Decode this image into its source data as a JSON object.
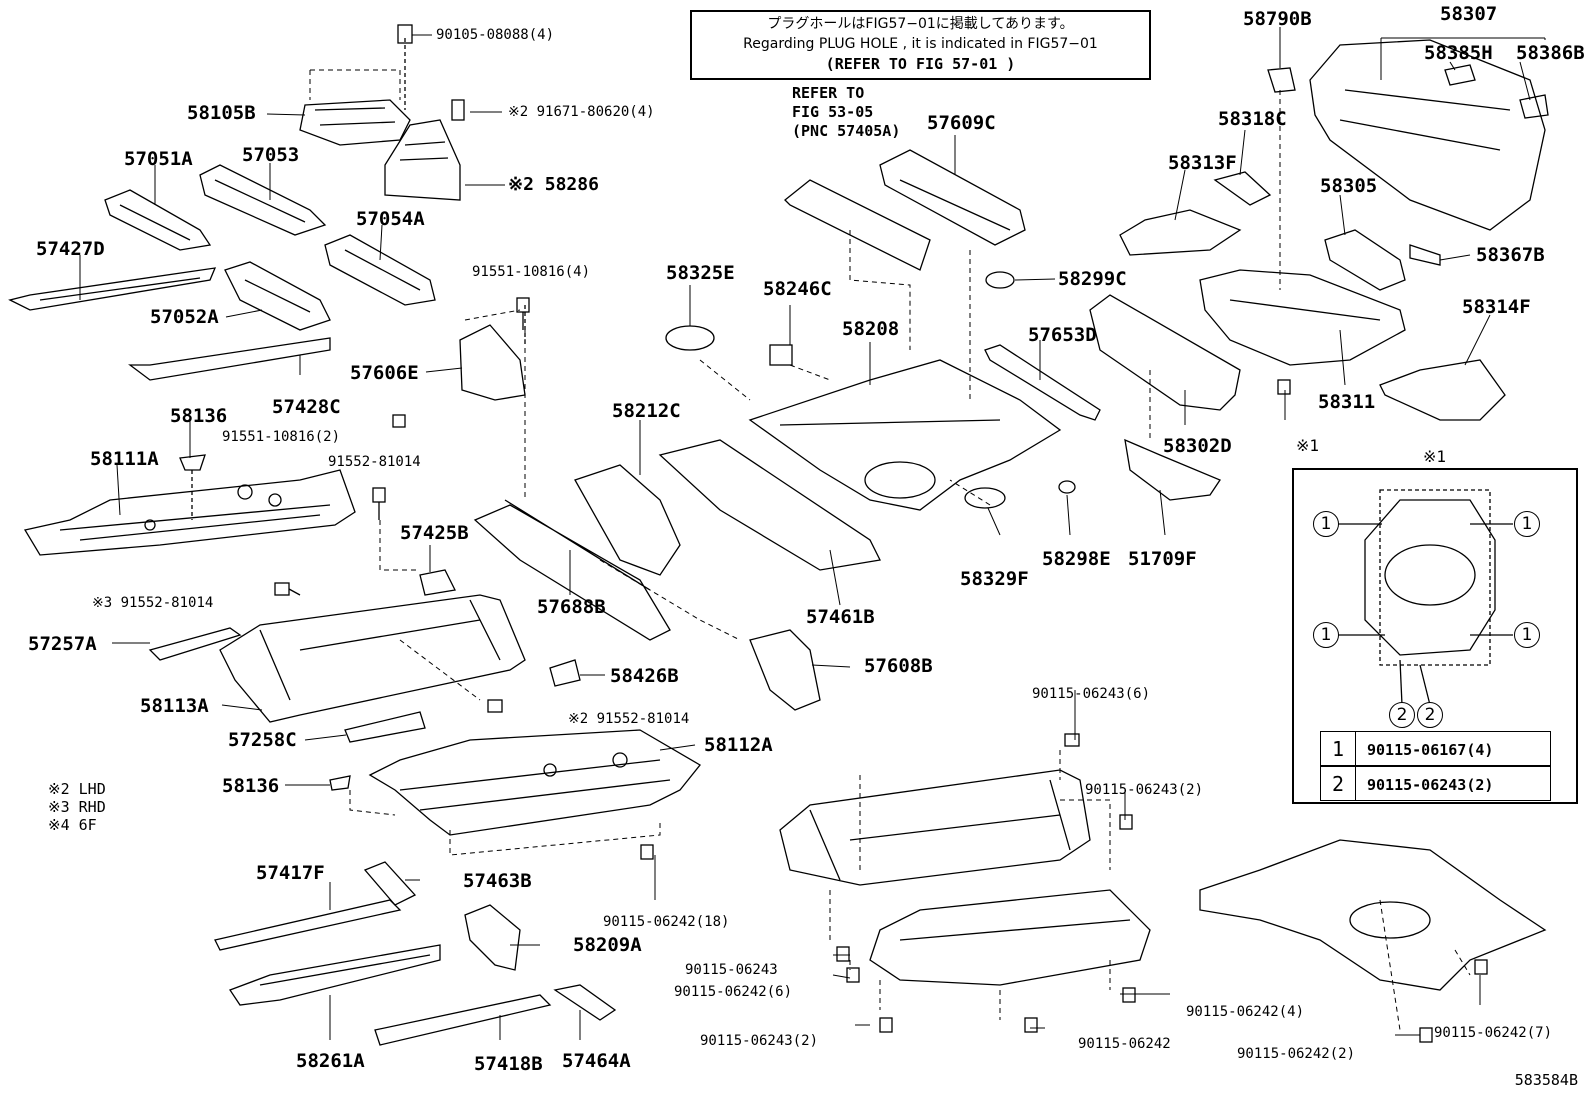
{
  "reference_note": {
    "line1": "プラグホールはFIG57−01に掲載してあります。",
    "line2": "Regarding PLUG HOLE , it is indicated in FIG57−01",
    "line3": "(REFER TO FIG 57-01 )"
  },
  "refer_to_note": [
    "REFER TO",
    "FIG 53-05",
    "(PNC 57405A)"
  ],
  "footnotes": [
    "※2 LHD",
    "※3 RHD",
    "※4 6F"
  ],
  "figure_code": "583584B",
  "legend": {
    "marker": "※1",
    "rows": [
      {
        "num": "1",
        "part": "90115-06167(4)"
      },
      {
        "num": "2",
        "part": "90115-06243(2)"
      }
    ]
  },
  "part_labels": [
    "58105B",
    "57051A",
    "57053",
    "57427D",
    "57054A",
    "57052A",
    "57428C",
    "57606E",
    "58136",
    "58111A",
    "57425B",
    "57257A",
    "58113A",
    "57258C",
    "58136",
    "57417F",
    "57463B",
    "58209A",
    "58261A",
    "57418B",
    "57464A",
    "58212C",
    "57688B",
    "57461B",
    "57608B",
    "58426B",
    "58112A",
    "58325E",
    "58246C",
    "58208",
    "57609C",
    "58299C",
    "57653D",
    "58329F",
    "58298E",
    "51709F",
    "58302D",
    "58313F",
    "58318C",
    "58790B",
    "58307",
    "58385H",
    "58386B",
    "58305",
    "58367B",
    "58314F",
    "58311"
  ],
  "bolt_labels": [
    "90105-08088(4)",
    "※2 91671-80620(4)",
    "※2 58286",
    "91551-10816(4)",
    "91551-10816(2)",
    "91552-81014",
    "※3 91552-81014",
    "※2 91552-81014",
    "90115-06243(6)",
    "90115-06243(2)",
    "90115-06242(18)",
    "90115-06243",
    "90115-06242(6)",
    "90115-06243(2)",
    "90115-06242",
    "90115-06242(4)",
    "90115-06242(2)",
    "90115-06242(7)",
    "※1"
  ]
}
